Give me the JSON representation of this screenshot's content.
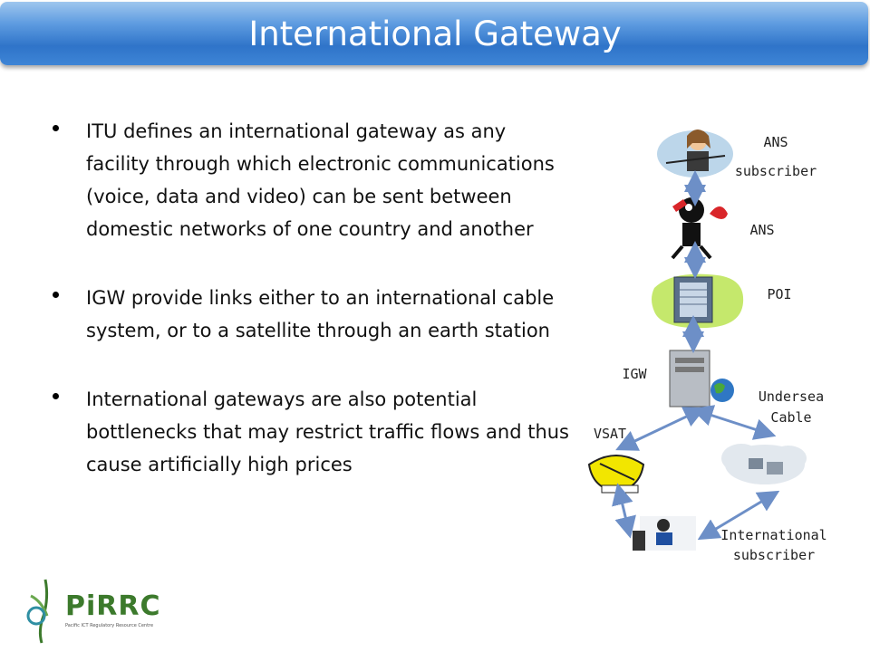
{
  "title": "International Gateway",
  "bullets": [
    "ITU defines an international gateway as any facility through which electronic communications (voice, data and video) can be sent between domestic networks of one country and another",
    "IGW provide links either to an international cable system, or to a satellite through an earth station",
    "International gateways are also potential bottlenecks that may restrict traffic flows and thus cause artificially high prices"
  ],
  "diagram": {
    "ans_subscriber_line1": "ANS",
    "ans_subscriber_line2": "subscriber",
    "ans": "ANS",
    "poi": "POI",
    "igw": "IGW",
    "undersea_line1": "Undersea",
    "undersea_line2": "Cable",
    "vsat": "VSAT",
    "intl_line1": "International",
    "intl_line2": "subscriber"
  },
  "logo": {
    "name": "PiRRC",
    "tagline": "Pacific ICT Regulatory Resource Centre"
  },
  "colors": {
    "title_bar": "#3e85d6",
    "arrow": "#6d8fc7",
    "logo_green": "#3c7a2c"
  }
}
